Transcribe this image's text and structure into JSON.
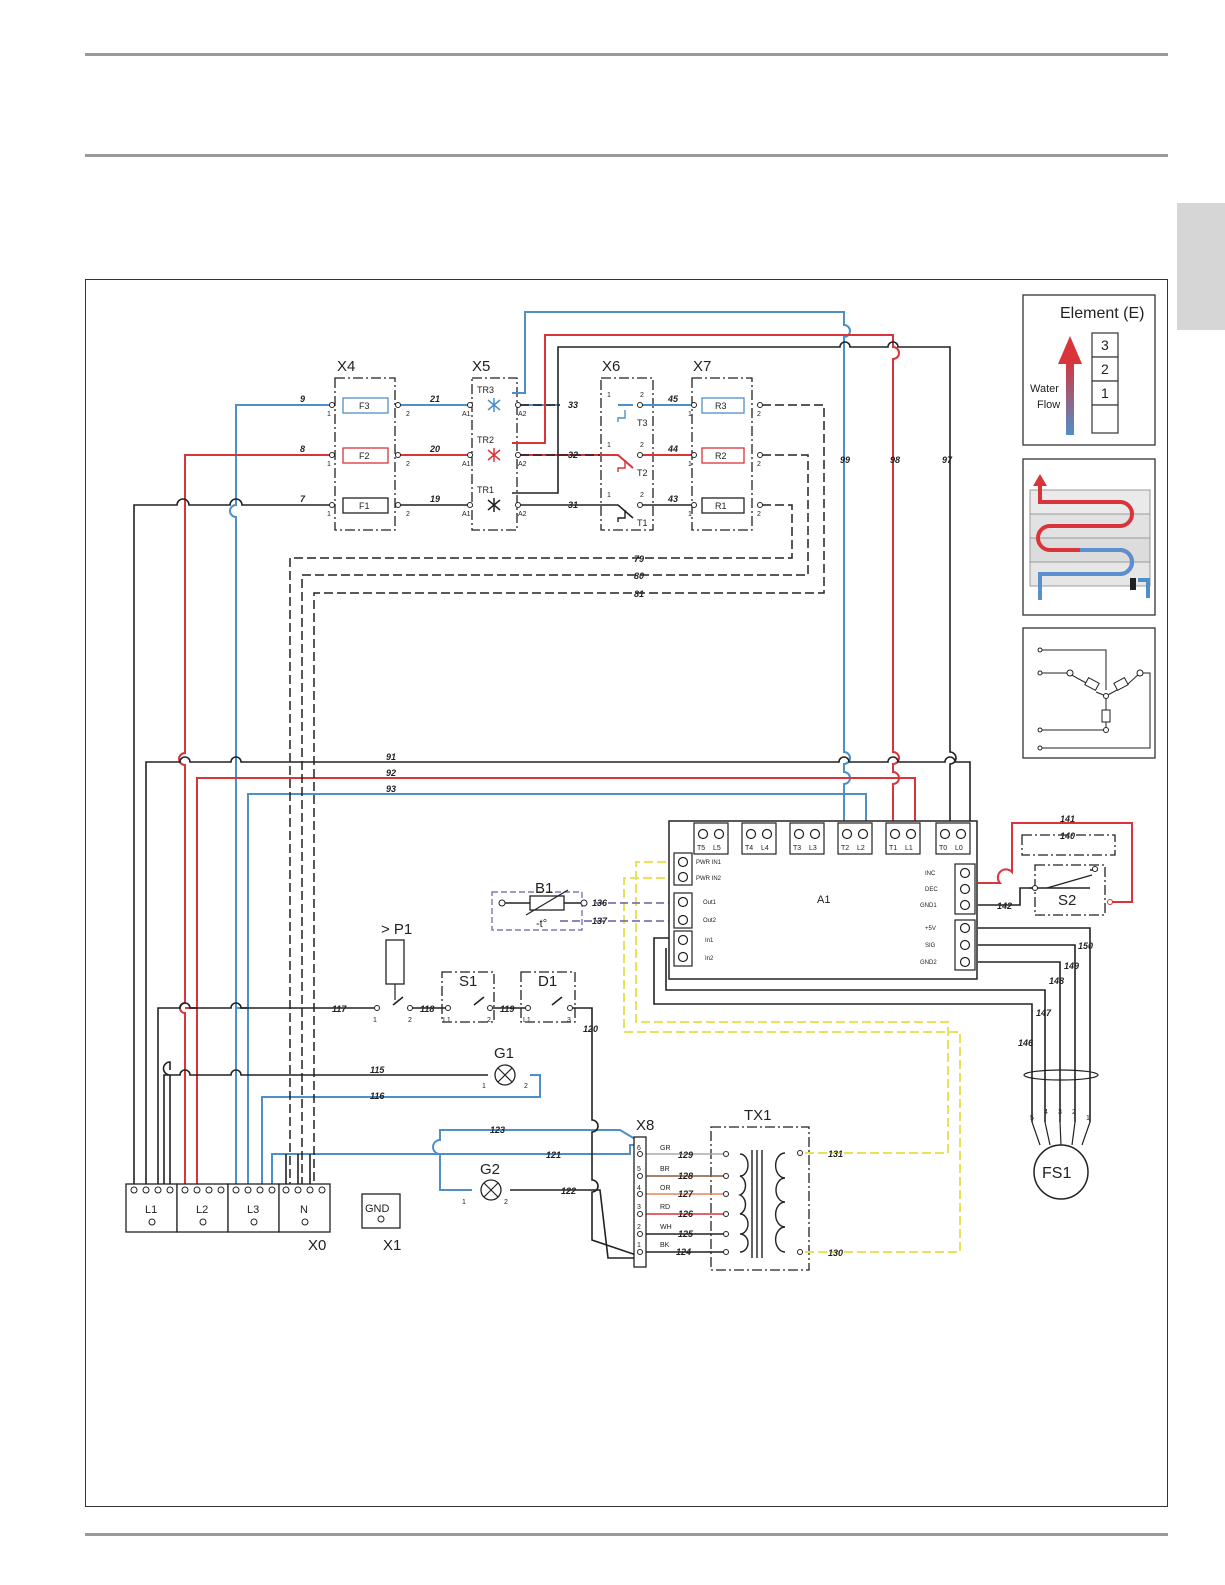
{
  "page": {
    "colors": {
      "blue": "#4f8fc9",
      "red": "#d9343a",
      "black": "#222222",
      "yellow": "#e6e35a",
      "orange": "#e9825a",
      "purple": "#6f5aa8",
      "rule": "#9a9a9a"
    }
  },
  "blocks": {
    "x4": "X4",
    "x5": "X5",
    "x6": "X6",
    "x7": "X7",
    "f1": "F1",
    "f2": "F2",
    "f3": "F3",
    "tr1": "TR1",
    "tr2": "TR2",
    "tr3": "TR3",
    "t1": "T1",
    "t2": "T2",
    "t3": "T3",
    "r1": "R1",
    "r2": "R2",
    "r3": "R3",
    "a1": "A1",
    "b1": "B1",
    "b1_symbol": "-t°",
    "p1": "> P1",
    "s1": "S1",
    "d1": "D1",
    "g1": "G1",
    "g2": "G2",
    "s2": "S2",
    "x8": "X8",
    "tx1": "TX1",
    "fs1": "FS1",
    "x0": "X0",
    "x1": "X1",
    "gnd": "GND",
    "l1": "L1",
    "l2": "L2",
    "l3": "L3",
    "n": "N",
    "pin1": "1",
    "pin2": "2",
    "pin3": "3",
    "pinA1": "A1",
    "pinA2": "A2",
    "pinL1": "L1"
  },
  "wires": {
    "w7": "7",
    "w8": "8",
    "w9": "9",
    "w19": "19",
    "w20": "20",
    "w21": "21",
    "w31": "31",
    "w32": "32",
    "w33": "33",
    "w43": "43",
    "w44": "44",
    "w45": "45",
    "w79": "79",
    "w80": "80",
    "w81": "81",
    "w91": "91",
    "w92": "92",
    "w93": "93",
    "w97": "97",
    "w98": "98",
    "w99": "99",
    "w115": "115",
    "w116": "116",
    "w117": "117",
    "w118": "118",
    "w119": "119",
    "w120": "120",
    "w121": "121",
    "w122": "122",
    "w123": "123",
    "w124": "124",
    "w125": "125",
    "w126": "126",
    "w127": "127",
    "w128": "128",
    "w129": "129",
    "w130": "130",
    "w131": "131",
    "w136": "136",
    "w137": "137",
    "w140": "140",
    "w141": "141",
    "w142": "142",
    "w146": "146",
    "w147": "147",
    "w148": "148",
    "w149": "149",
    "w150": "150"
  },
  "a1_terminals": {
    "t5": "T5",
    "l5": "L5",
    "t4": "T4",
    "l4": "L4",
    "t3": "T3",
    "l3": "L3",
    "t2": "T2",
    "l2": "L2",
    "t1": "T1",
    "l1": "L1",
    "t0": "T0",
    "l0": "L0",
    "pwr1": "PWR IN1",
    "pwr2": "PWR IN2",
    "out1": "Out1",
    "out2": "Out2",
    "in1": "In1",
    "in2": "In2",
    "inc": "INC",
    "dec": "DEC",
    "gnd1": "GND1",
    "v5": "+5V",
    "sig": "SIG",
    "gnd2": "GND2"
  },
  "x8_pins": {
    "p6": "6",
    "p5": "5",
    "p4": "4",
    "p3": "3",
    "p2": "2",
    "p1": "1",
    "gr": "GR",
    "br": "BR",
    "or": "OR",
    "rd": "RD",
    "wh": "WH",
    "bk": "BK"
  },
  "fs1_pins": [
    "5",
    "4",
    "3",
    "2",
    "1"
  ],
  "legend": {
    "title": "Element (E)",
    "rows": [
      "3",
      "2",
      "1"
    ],
    "water": "Water",
    "flow": "Flow"
  }
}
